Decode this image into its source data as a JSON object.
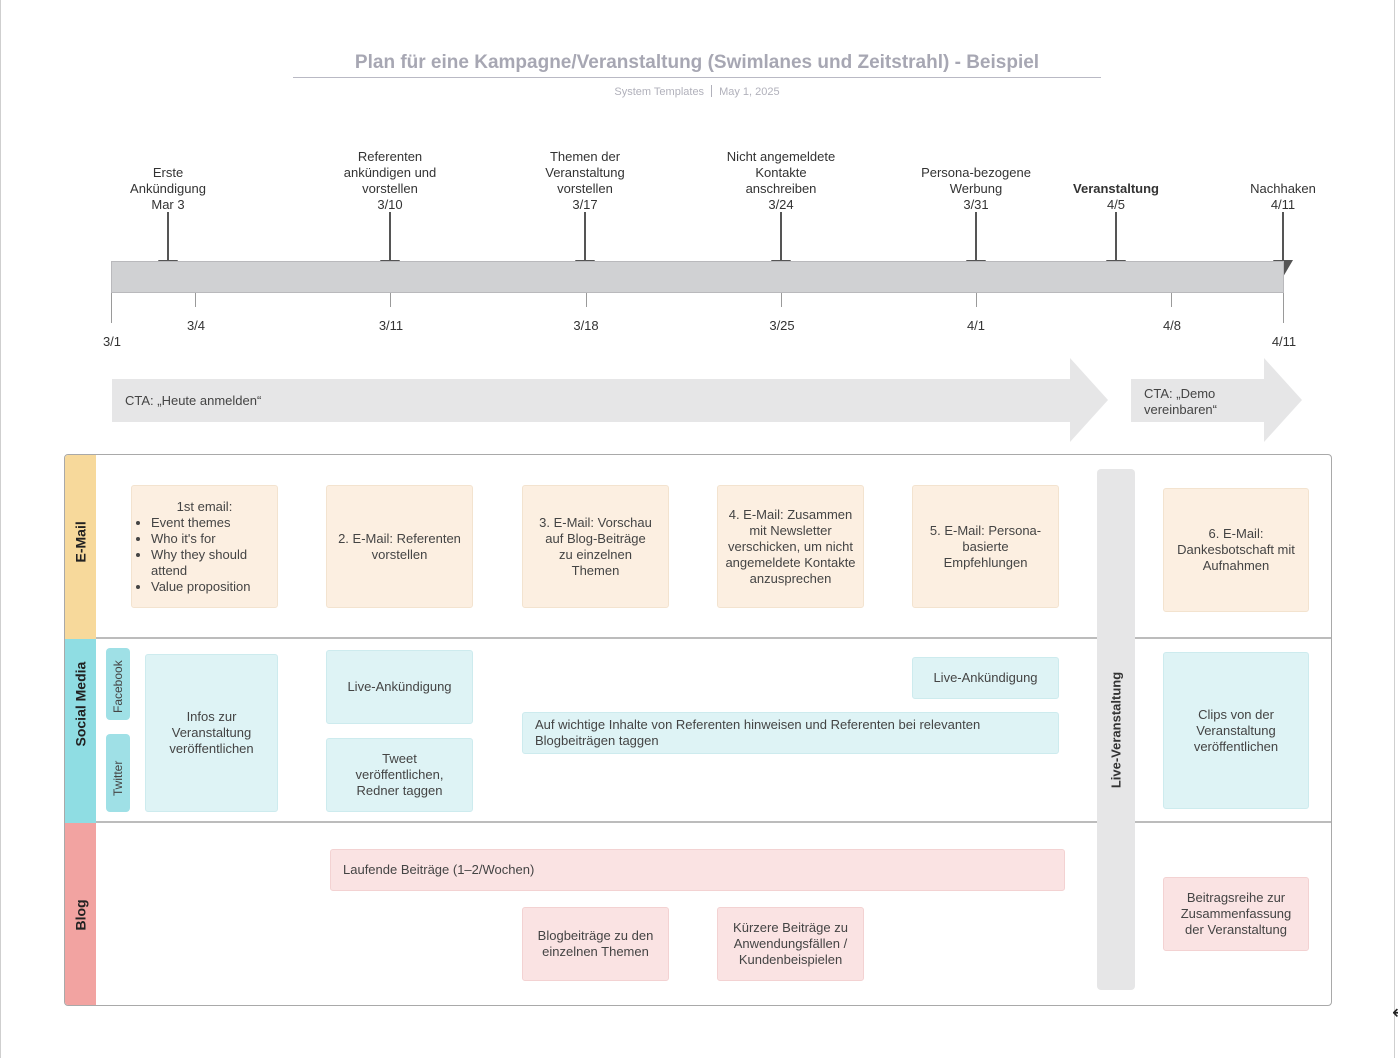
{
  "header": {
    "title": "Plan für eine Kampagne/Veranstaltung (Swimlanes und Zeitstrahl) - Beispiel",
    "source": "System Templates",
    "date": "May 1, 2025"
  },
  "milestones": [
    {
      "lines": [
        "Erste",
        "Ankündigung",
        "Mar 3"
      ]
    },
    {
      "lines": [
        "Referenten",
        "ankündigen und",
        "vorstellen",
        "3/10"
      ]
    },
    {
      "lines": [
        "Themen der",
        "Veranstaltung",
        "vorstellen",
        "3/17"
      ]
    },
    {
      "lines": [
        "Nicht angemeldete",
        "Kontakte",
        "anschreiben",
        "3/24"
      ]
    },
    {
      "lines": [
        "Persona-bezogene",
        "Werbung",
        "3/31"
      ]
    },
    {
      "lines": [
        "Veranstaltung",
        "4/5"
      ]
    },
    {
      "lines": [
        "Nachhaken",
        "4/11"
      ]
    }
  ],
  "timeline": {
    "start": "3/1",
    "end": "4/11",
    "ticks": [
      "3/4",
      "3/11",
      "3/18",
      "3/25",
      "4/1",
      "4/8"
    ]
  },
  "cta": {
    "main": "CTA: „Heute anmelden“",
    "after": "CTA: „Demo vereinbaren“"
  },
  "lanes": {
    "email": "E-Mail",
    "social": "Social Media",
    "facebook": "Facebook",
    "twitter": "Twitter",
    "blog": "Blog"
  },
  "email_cards": {
    "first_title": "1st email:",
    "first_items": [
      "Event themes",
      "Who it's for",
      "Why they should attend",
      "Value proposition"
    ],
    "e2": "2. E-Mail: Referenten vorstellen",
    "e3": "3. E-Mail: Vorschau auf Blog-Beiträge zu einzelnen Themen",
    "e4": "4. E-Mail: Zusammen mit Newsletter verschicken, um nicht angemeldete Kontakte anzusprechen",
    "e5": "5. E-Mail: Persona-basierte Empfehlungen",
    "e6": "6. E-Mail: Dankesbotschaft mit Aufnahmen"
  },
  "social_cards": {
    "infos": "Infos zur Veranstaltung veröffentlichen",
    "live1": "Live-Ankündigung",
    "tweet": "Tweet veröffentlichen, Redner taggen",
    "live2": "Live-Ankündigung",
    "hint": "Auf wichtige Inhalte von Referenten hinweisen und Referenten bei relevanten Blogbeiträgen taggen",
    "clips": "Clips von der Veranstaltung veröffentlichen"
  },
  "blog_cards": {
    "running": "Laufende Beiträge (1–2/Wochen)",
    "themes": "Blogbeiträge zu den einzelnen Themen",
    "short": "Kürzere Beiträge zu Anwendungsfällen / Kundenbeispielen",
    "series": "Beitragsreihe zur Zusammenfassung der Veranstaltung"
  },
  "live_event": "Live-Veranstaltung",
  "colors": {
    "email": "#f7d99b",
    "social": "#8fdde3",
    "blog": "#f2a3a1",
    "email_card": "#fcefe1",
    "social_card": "#def3f5",
    "blog_card": "#fae3e3"
  }
}
